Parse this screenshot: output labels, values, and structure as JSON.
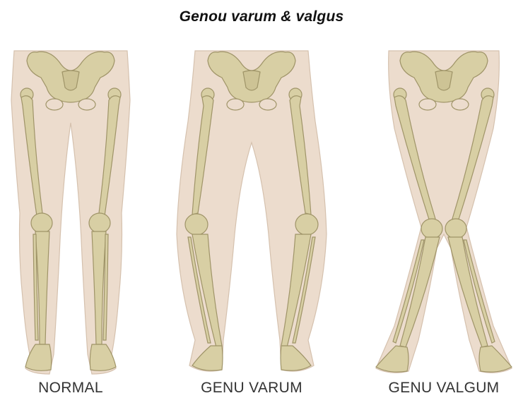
{
  "title": "Genou varum & valgus",
  "panels": [
    {
      "label": "NORMAL",
      "alignment": "normal"
    },
    {
      "label": "GENU VARUM",
      "alignment": "varum"
    },
    {
      "label": "GENU VALGUM",
      "alignment": "valgum"
    }
  ],
  "colors": {
    "bone": "#d8cfa4",
    "bone_outline": "#9f9468",
    "skin": "#ecdccd",
    "skin_outline": "#d5c1ae"
  }
}
